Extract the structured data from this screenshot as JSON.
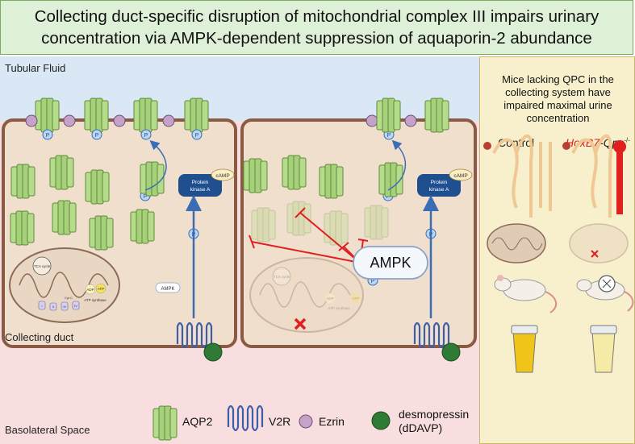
{
  "title": {
    "line1": "Collecting duct-specific disruption of mitochondrial complex III impairs urinary",
    "line2": "concentration via AMPK-dependent suppression of aquaporin-2 abundance"
  },
  "regions": {
    "tubular": "Tubular Fluid",
    "collecting": "Collecting duct",
    "basolateral": "Basolateral Space"
  },
  "cell_labels": {
    "p": "P",
    "pka_line1": "Protein",
    "pka_line2": "kinase A",
    "camp": "cAMP",
    "ampk_small": "AMPK",
    "ampk_big": "AMPK",
    "tca": "TCA cycle",
    "adp": "ADP",
    "atp": "ATP",
    "atp_synthase": "ATP synthase",
    "cytc": "Cyt C",
    "complexes": [
      "I",
      "II",
      "III",
      "IV"
    ]
  },
  "panel": {
    "heading_lines": [
      "Mice lacking QPC in the",
      "collecting system have",
      "impaired maximal urine",
      "concentration"
    ],
    "control": "Control",
    "mutant_gene": "HoxB7",
    "mutant_rest": "-Qpc",
    "mutant_sup": "-/-"
  },
  "legend": {
    "aqp2": "AQP2",
    "v2r": "V2R",
    "ezrin": "Ezrin",
    "ddavp_line1": "desmopressin",
    "ddavp_line2": "(dDAVP)"
  },
  "colors": {
    "aqp2_fill": "#b5dc8a",
    "aqp2_stroke": "#5e8a3a",
    "ezrin": "#c4a2c9",
    "phospho": "#b9d7f2",
    "pka": "#1f4f8f",
    "arrow_blue": "#3b6db5",
    "inhibit_red": "#e02020",
    "ddavp": "#2f7a35",
    "cell_border": "#8a5a44",
    "cell_fill": "#f1dfcd",
    "urine_control": "#f0c419",
    "urine_mutant": "#f6eba6"
  }
}
